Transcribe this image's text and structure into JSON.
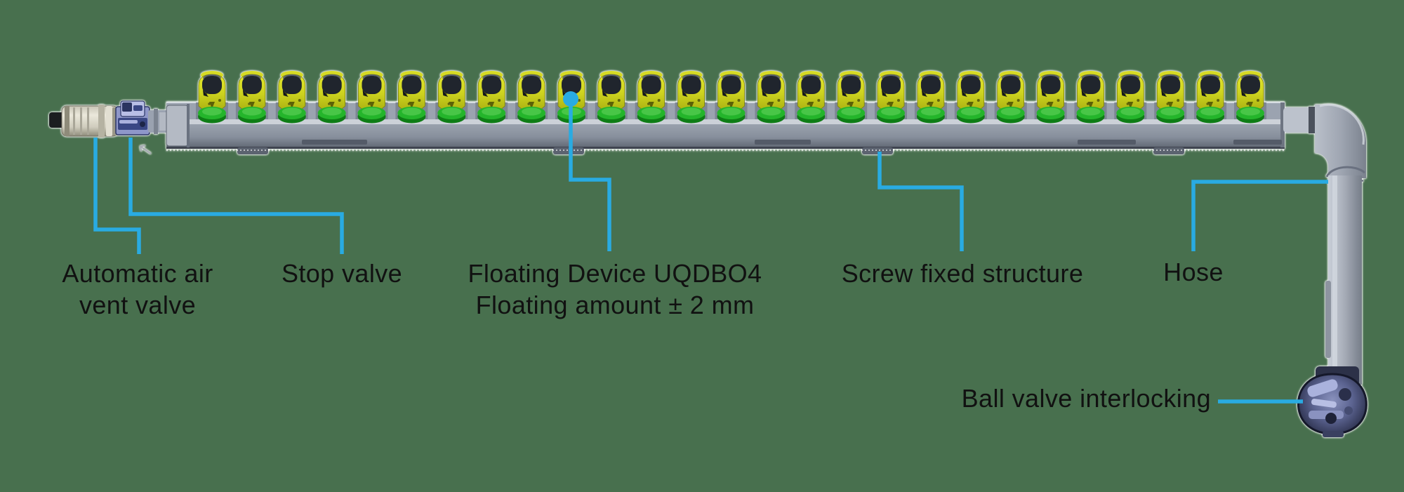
{
  "background_color": "#48704E",
  "accent_color": "#29ABE2",
  "text_color": "#111111",
  "diagram": {
    "connector_count": 27,
    "labels": {
      "air_vent": {
        "lines": [
          "Automatic air",
          "vent valve"
        ]
      },
      "stop_valve": {
        "text": "Stop valve"
      },
      "floating_device": {
        "lines": [
          "Floating Device UQDBO4",
          "Floating amount ± 2 mm"
        ]
      },
      "screw_fixed": {
        "text": "Screw fixed structure"
      },
      "hose": {
        "text": "Hose"
      },
      "ball_valve": {
        "text": "Ball valve interlocking"
      }
    },
    "colors": {
      "connector_yellow": "#CDD31F",
      "connector_cap": "#20252D",
      "connector_ring_green": "#24B52B",
      "manifold_gray": "#9BA3B0",
      "hose_gray": "#A9AFBA",
      "stop_valve_blue": "#8F97C9",
      "vent_valve_metal": "#D9D6C9",
      "ball_valve_slate": "#59618F"
    }
  }
}
